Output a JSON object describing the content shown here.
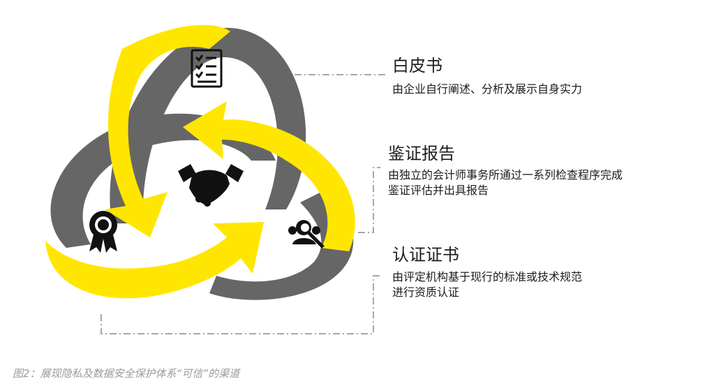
{
  "channels": [
    {
      "title": "白皮书",
      "description": [
        "由企业自行阐述、分析及展示自身实力"
      ],
      "icon": "checklist-icon"
    },
    {
      "title": "鉴证报告",
      "description": [
        "由独立的会计师事务所通过一系列检查程序完成",
        "鉴证评估并出具报告"
      ],
      "icon": "auditor-search-icon"
    },
    {
      "title": "认证证书",
      "description": [
        "由评定机构基于现行的标准或技术规范",
        "进行资质认证"
      ],
      "icon": "award-ribbon-icon"
    }
  ],
  "center_icon": "handshake-icon",
  "caption": "图2：展现隐私及数据安全保护体系“可信”的渠道",
  "colors": {
    "yellow": "#FFE600",
    "gray": "#666666",
    "connector": "#8a8a8a",
    "caption": "#9a9a9a"
  }
}
